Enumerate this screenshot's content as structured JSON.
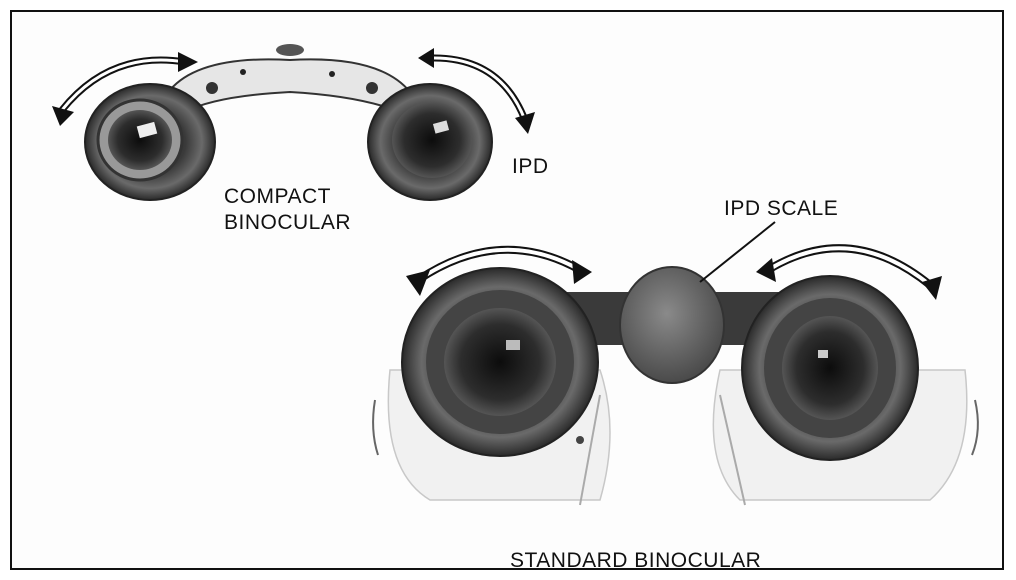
{
  "labels": {
    "ipd": "IPD",
    "compact_line1": "COMPACT",
    "compact_line2": "BINOCULAR",
    "ipd_scale": "IPD SCALE",
    "standard": "STANDARD BINOCULAR"
  },
  "colors": {
    "line": "#111111",
    "lens_dark": "#2a2a2a",
    "lens_mid": "#555555",
    "body_light": "#dcdcdc"
  }
}
